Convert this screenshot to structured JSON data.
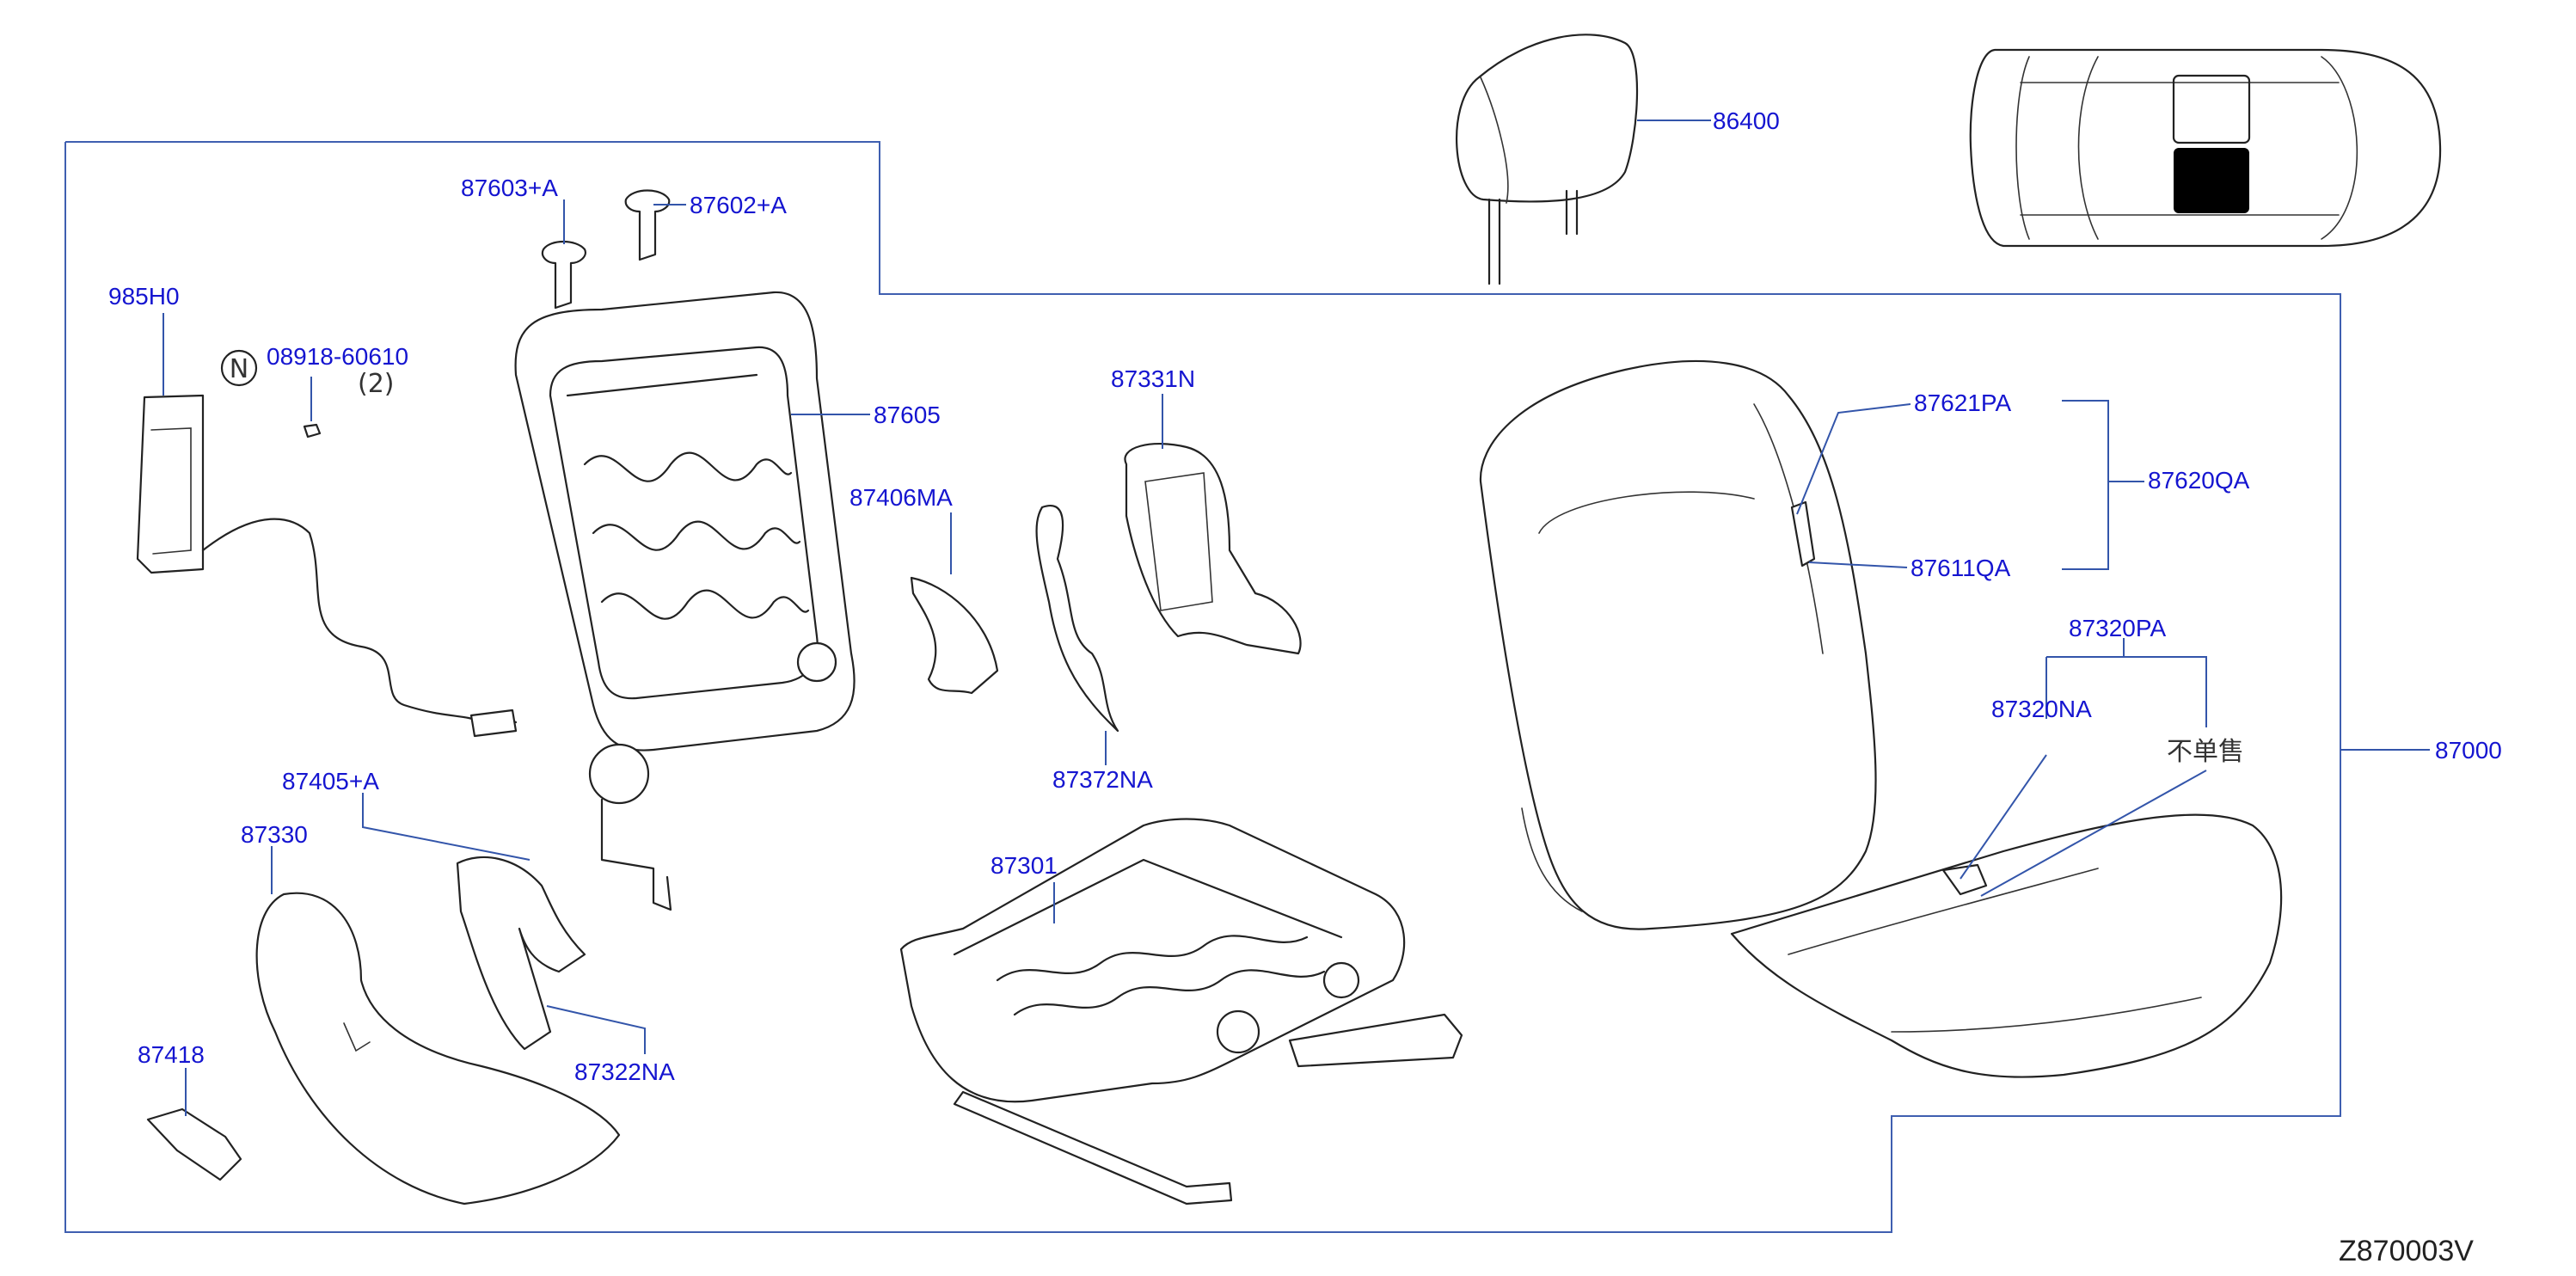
{
  "colors": {
    "label": "#1515d0",
    "leader": "#3355aa",
    "frame": "#3f5fb0",
    "line": "#222222",
    "note": "#333333",
    "marker": "#000000"
  },
  "drawing_id": "Z870003V",
  "nut_marker": "N",
  "quantity_note": "(2)",
  "not_sold_note": "不单售",
  "parts": {
    "p86400": "86400",
    "p87603A": "87603+A",
    "p87602A": "87602+A",
    "p985H0": "985H0",
    "p08918": "08918-60610",
    "p87605": "87605",
    "p87331N": "87331N",
    "p87406MA": "87406MA",
    "p87372NA": "87372NA",
    "p87621PA": "87621PA",
    "p87620QA": "87620QA",
    "p87611QA": "87611QA",
    "p87320PA": "87320PA",
    "p87320NA": "87320NA",
    "p87000": "87000",
    "p87405A": "87405+A",
    "p87330": "87330",
    "p87301": "87301",
    "p87418": "87418",
    "p87322NA": "87322NA"
  }
}
